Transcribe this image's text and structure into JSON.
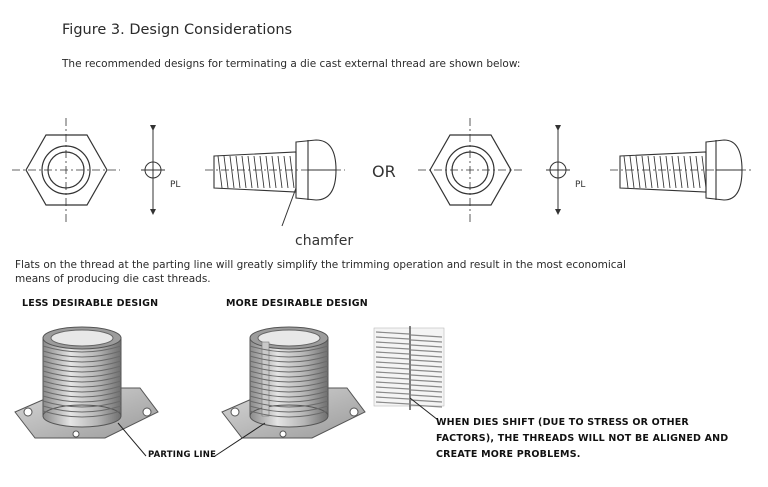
{
  "figure": {
    "title": "Figure 3. Design Considerations",
    "intro": "The recommended designs for terminating a die cast external thread are shown below:",
    "or_label": "OR",
    "chamfer_label": "chamfer",
    "parting_line_symbol": "PL",
    "flats_text": "Flats on the thread at the parting line will greatly simplify the trimming operation and result in the most economical means of producing die cast threads."
  },
  "designs": {
    "less_title": "LESS DESIRABLE DESIGN",
    "more_title": "MORE DESIRABLE DESIGN",
    "parting_line_label": "PARTING LINE",
    "shift_note": "WHEN DIES SHIFT (DUE TO STRESS OR OTHER FACTORS), THE THREADS WILL NOT BE ALIGNED AND CREATE MORE PROBLEMS."
  }
}
